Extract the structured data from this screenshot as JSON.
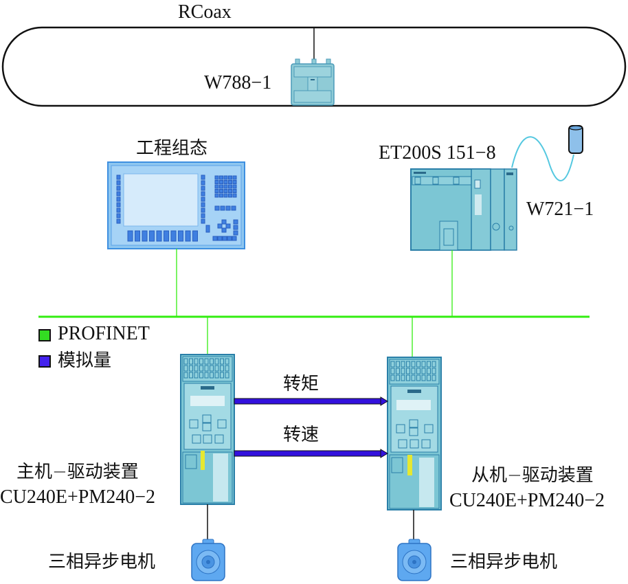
{
  "network": {
    "wireless_ring_label": "RCoax",
    "access_point_label": "W788−1",
    "engineering_station_label": "工程组态",
    "remote_io_label": "ET200S 151−8",
    "client_module_label": "W721−1"
  },
  "legend": {
    "items": [
      {
        "label": "PROFINET",
        "color": "#33dd22"
      },
      {
        "label": "模拟量",
        "color": "#4422ee"
      }
    ]
  },
  "signals": {
    "torque_label": "转矩",
    "speed_label": "转速"
  },
  "drives": {
    "master": {
      "role_label": "主机−驱动装置",
      "model_label": "CU240E+PM240−2"
    },
    "slave": {
      "role_label": "从机−驱动装置",
      "model_label": "CU240E+PM240−2"
    }
  },
  "motors": {
    "master_motor_label": "三相异步电机",
    "slave_motor_label": "三相异步电机"
  },
  "colors": {
    "profinet_line": "#33ee11",
    "analog_arrow": "#3311dd",
    "device_fill": "#7cc6d4",
    "device_stroke": "#2a7fa8",
    "hmi_fill": "#8ec6f0",
    "hmi_stroke": "#3d8fe0",
    "motor_fill": "#5ea8f0"
  }
}
